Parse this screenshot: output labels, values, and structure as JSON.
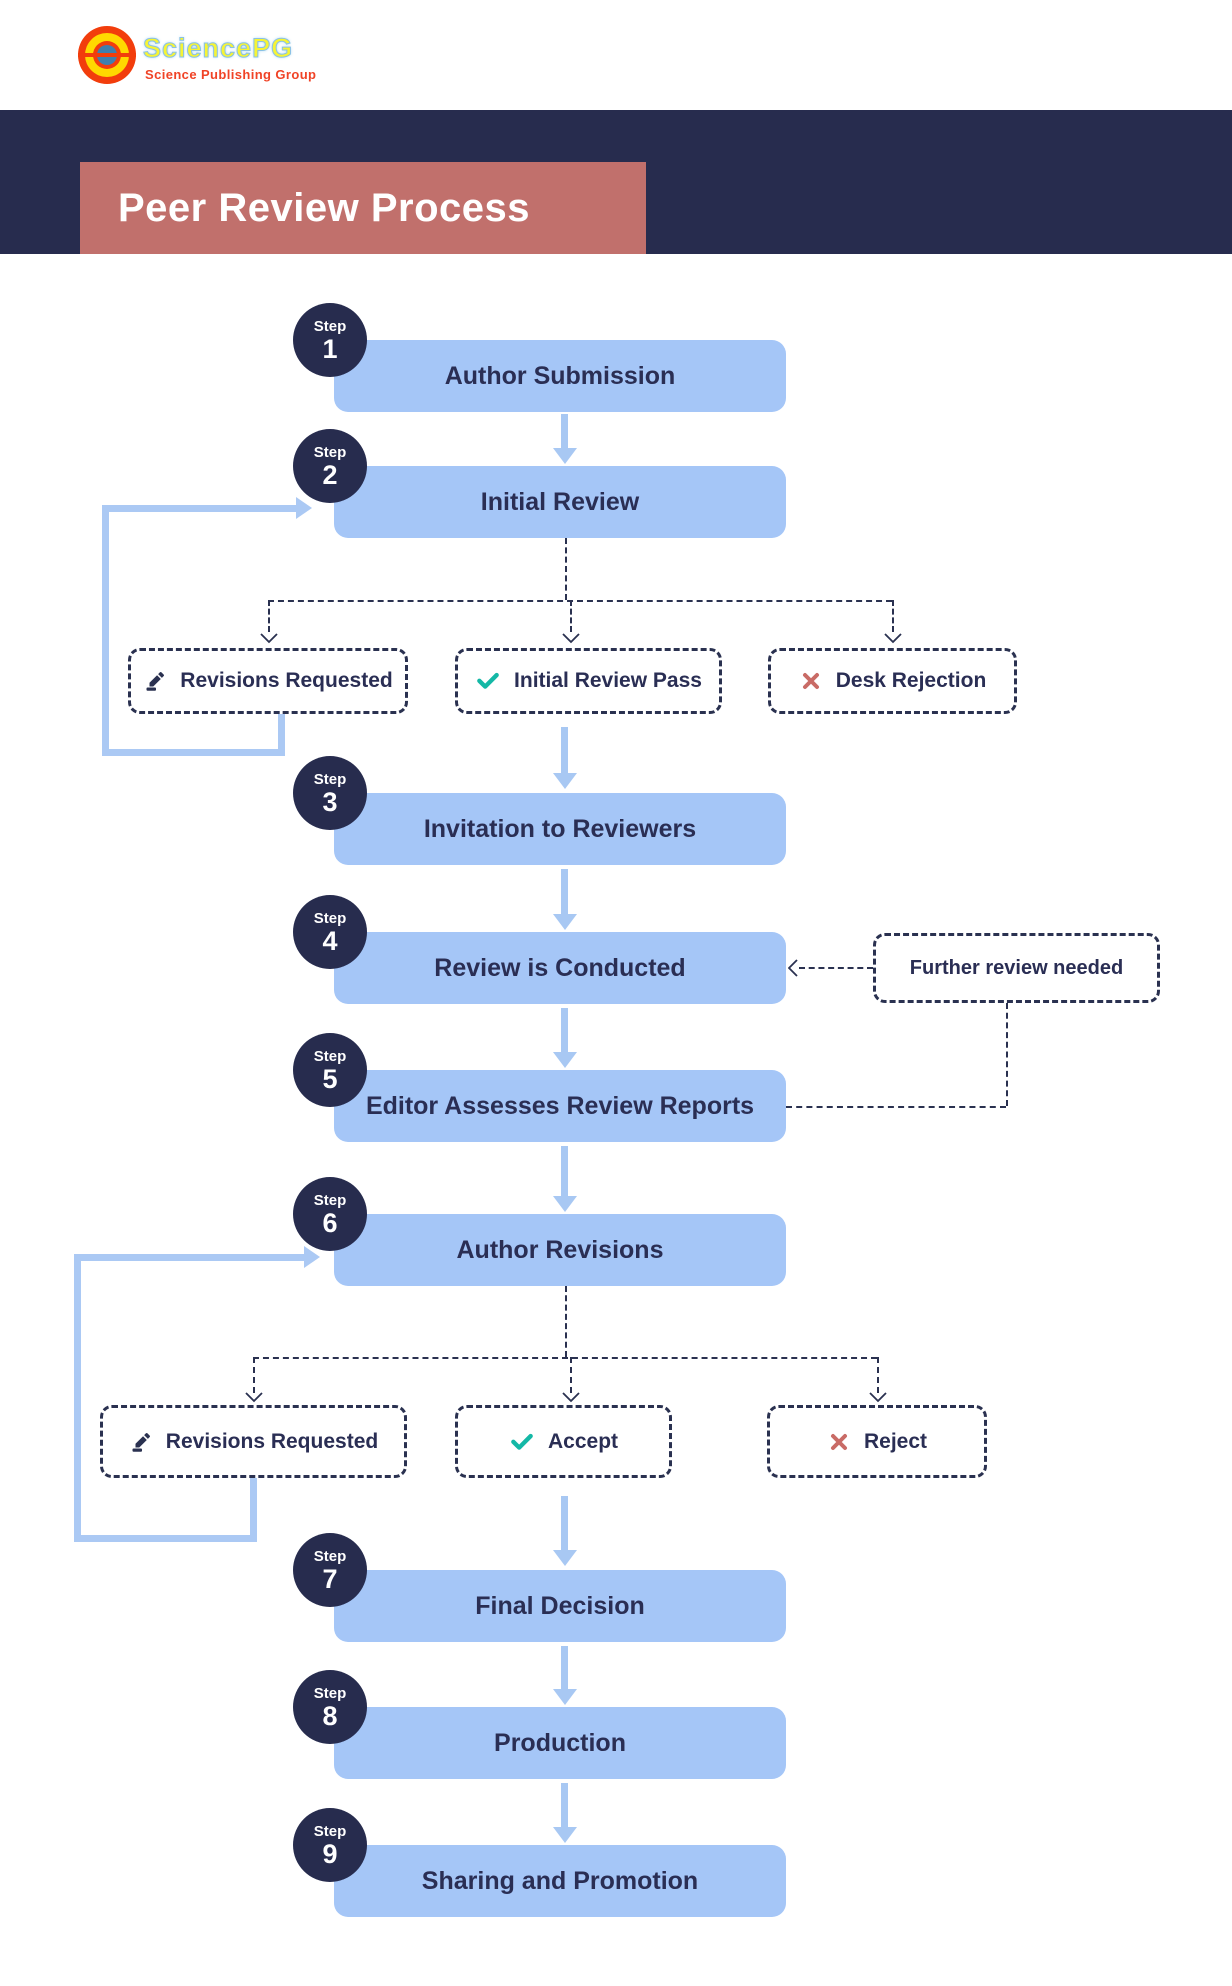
{
  "logo": {
    "name": "SciencePG",
    "tagline": "Science Publishing Group"
  },
  "header": {
    "title": "Peer Review Process"
  },
  "steps": [
    {
      "step_word": "Step",
      "number": "1",
      "label": "Author Submission"
    },
    {
      "step_word": "Step",
      "number": "2",
      "label": "Initial Review"
    },
    {
      "step_word": "Step",
      "number": "3",
      "label": "Invitation to Reviewers"
    },
    {
      "step_word": "Step",
      "number": "4",
      "label": "Review is Conducted"
    },
    {
      "step_word": "Step",
      "number": "5",
      "label": "Editor Assesses Review Reports"
    },
    {
      "step_word": "Step",
      "number": "6",
      "label": "Author Revisions"
    },
    {
      "step_word": "Step",
      "number": "7",
      "label": "Final Decision"
    },
    {
      "step_word": "Step",
      "number": "8",
      "label": "Production"
    },
    {
      "step_word": "Step",
      "number": "9",
      "label": "Sharing and Promotion"
    }
  ],
  "branches": {
    "initial_review": [
      {
        "label": "Revisions Requested",
        "icon": "pencil-icon"
      },
      {
        "label": "Initial Review Pass",
        "icon": "check-icon"
      },
      {
        "label": "Desk Rejection",
        "icon": "x-icon"
      }
    ],
    "author_revisions": [
      {
        "label": "Revisions Requested",
        "icon": "pencil-icon"
      },
      {
        "label": "Accept",
        "icon": "check-icon"
      },
      {
        "label": "Reject",
        "icon": "x-icon"
      }
    ],
    "further_review": {
      "label": "Further review needed"
    }
  },
  "colors": {
    "navy": "#272c4e",
    "title_box": "#c1706c",
    "node_blue": "#a5c6f7",
    "arrow_blue": "#a8c8f3",
    "loop_blue": "#abc9f4",
    "text_navy": "#2a2e54",
    "dashed_border": "#2a3150",
    "check_teal": "#14b8a6",
    "x_red": "#c96b66",
    "logo_yellow": "#f6f435",
    "logo_red": "#f23d0c"
  }
}
